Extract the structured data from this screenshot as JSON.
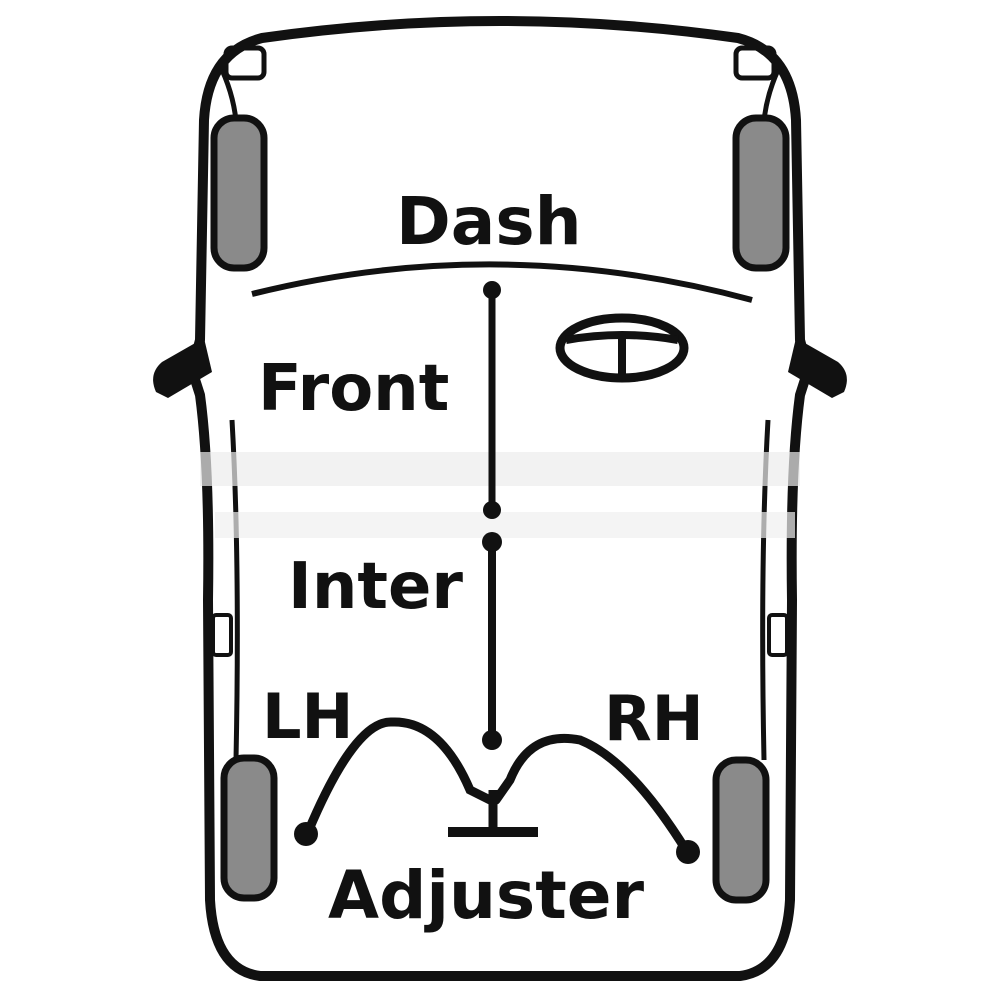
{
  "labels": {
    "dash": "Dash",
    "front": "Front",
    "inter": "Inter",
    "lh": "LH",
    "rh": "RH",
    "adjuster": "Adjuster"
  },
  "colors": {
    "line": "#111111",
    "tyre": "#8a8a8a",
    "background": "#ffffff",
    "watermark": "#e8e8e8"
  },
  "icons": {
    "steering": "steering-wheel-icon",
    "mirror_left": "mirror-left-icon",
    "mirror_right": "mirror-right-icon"
  }
}
